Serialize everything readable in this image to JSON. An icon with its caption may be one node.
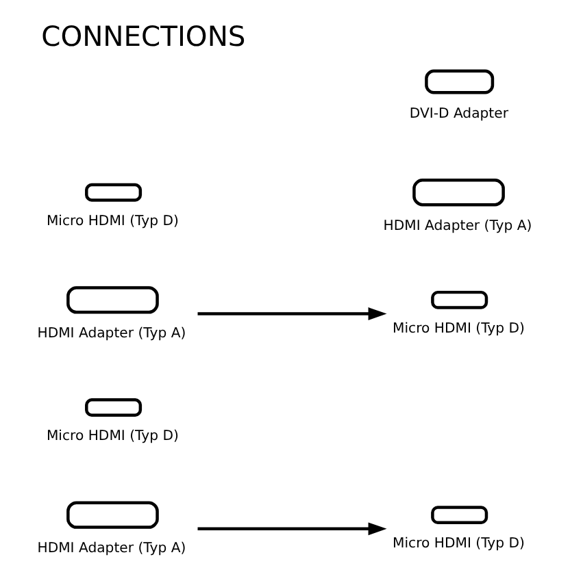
{
  "diagram": {
    "title": "CONNECTIONS",
    "nodes": [
      {
        "text": [
          "HDMI Adapter (Typ A)"
        ]
      },
      {
        "text": [
          "Micro HDMI (Typ D)"
        ]
      },
      {
        "text": [
          "HDMI Adapter (Typ A)"
        ]
      },
      {
        "text": [
          "Micro HDMI (Typ D)"
        ]
      },
      {
        "text": [
          "Micro HDMI (Typ D)"
        ]
      },
      {
        "text": [
          "HDMI Adapter (Typ A)"
        ]
      },
      {
        "text": [
          "Micro HDMI (Typ D)"
        ]
      },
      {
        "text": [
          "DVI-D Adapter"
        ]
      }
    ],
    "edges": [
      {
        "from": 0,
        "to": 4,
        "arrow": "to"
      },
      {
        "from": 2,
        "to": 6,
        "arrow": "to"
      }
    ]
  }
}
